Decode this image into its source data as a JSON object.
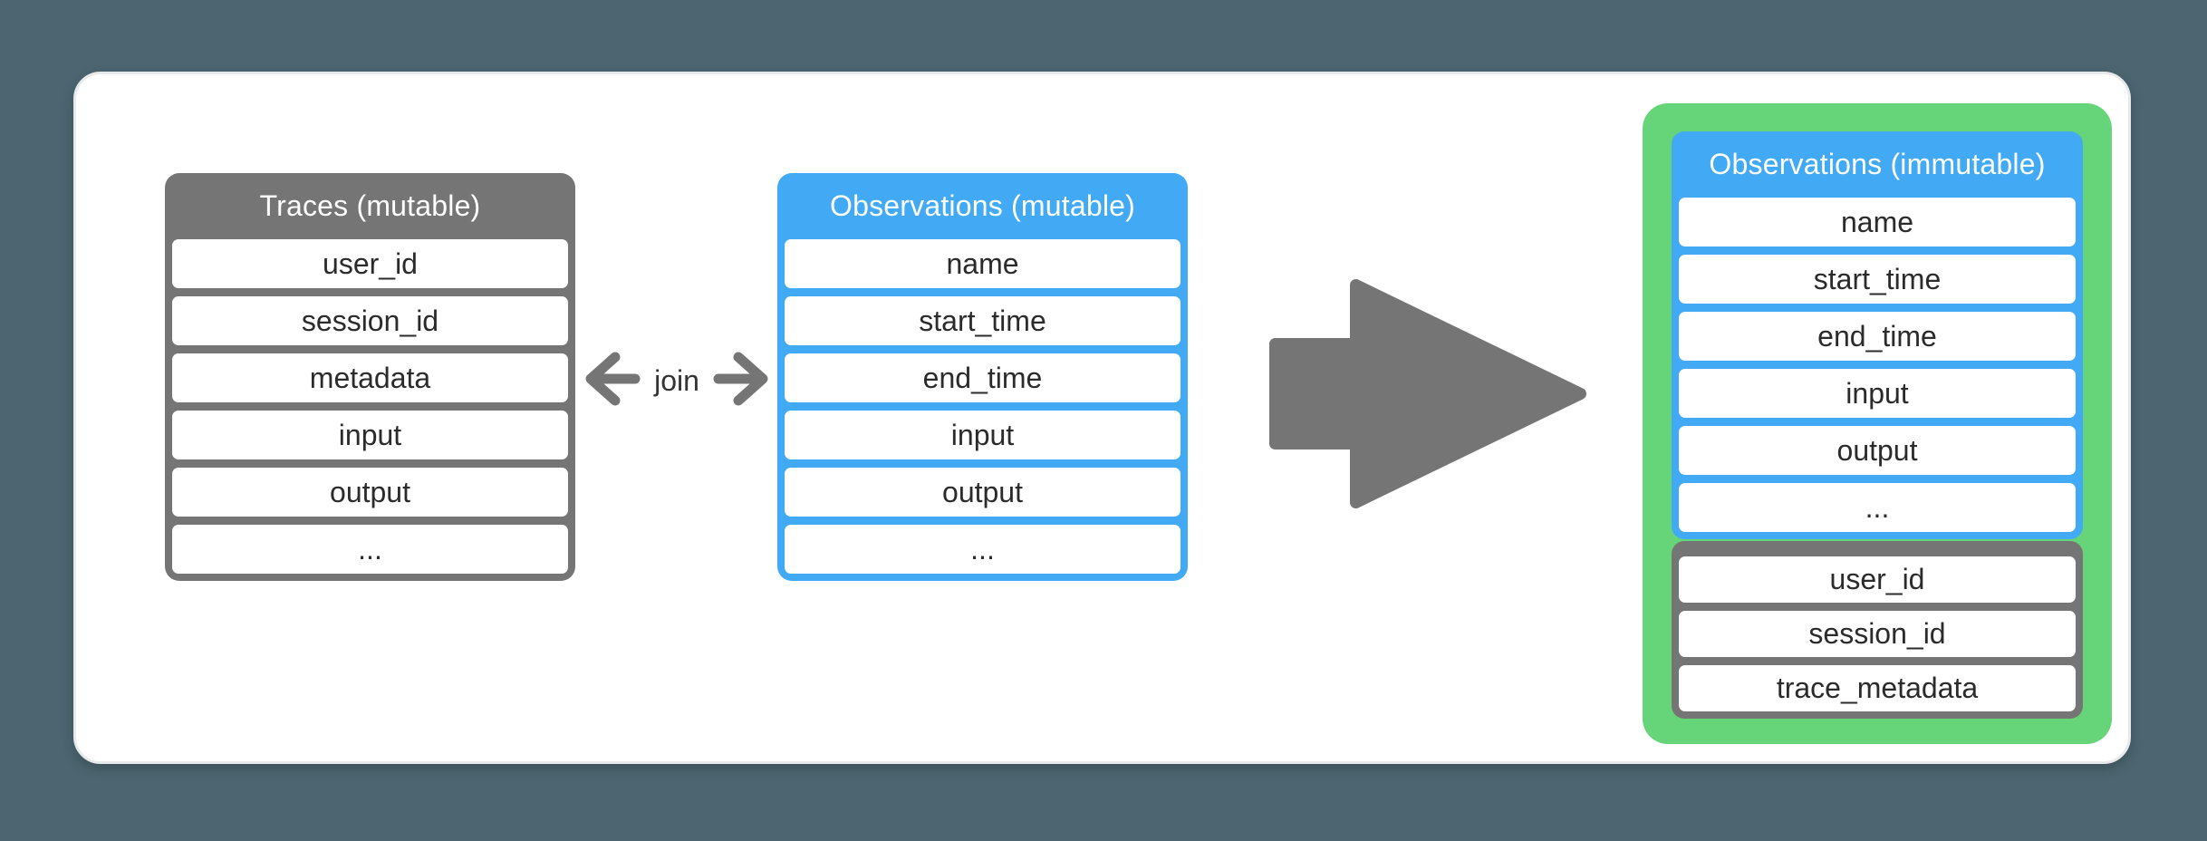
{
  "join_label": "join",
  "colors": {
    "background": "#4C6570",
    "card": "#FFFFFF",
    "table_gray": "#757575",
    "table_blue": "#42AAF4",
    "highlight_green": "#66D478",
    "row_text": "#2B2B2B",
    "header_text": "#FFFFFF"
  },
  "icons": {
    "join_left": "left-arrow",
    "join_right": "right-arrow",
    "transform": "big-right-arrow"
  },
  "tables": {
    "traces": {
      "title": "Traces (mutable)",
      "rows": [
        "user_id",
        "session_id",
        "metadata",
        "input",
        "output",
        "..."
      ]
    },
    "observations_mutable": {
      "title": "Observations (mutable)",
      "rows": [
        "name",
        "start_time",
        "end_time",
        "input",
        "output",
        "..."
      ]
    },
    "observations_immutable": {
      "title": "Observations (immutable)",
      "rows": [
        "name",
        "start_time",
        "end_time",
        "input",
        "output",
        "..."
      ],
      "trace_rows": [
        "user_id",
        "session_id",
        "trace_metadata"
      ]
    }
  }
}
